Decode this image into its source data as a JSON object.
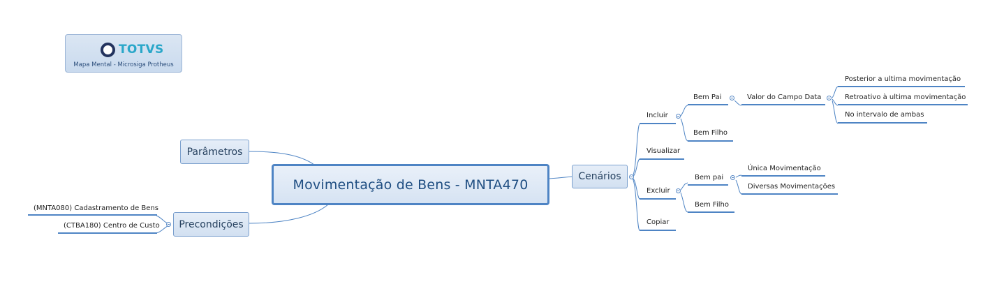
{
  "logo": {
    "brand": "TOTVS",
    "subtitle": "Mapa Mental - Microsiga Protheus"
  },
  "central": "Movimentação de Bens - MNTA470",
  "left_topics": {
    "parametros": "Parâmetros",
    "precondicoes": {
      "label": "Precondições",
      "children": [
        "(MNTA080) Cadastramento de Bens",
        "(CTBA180) Centro de Custo"
      ]
    }
  },
  "cenarios": {
    "label": "Cenários",
    "incluir": {
      "label": "Incluir",
      "bem_pai": {
        "label": "Bem Pai",
        "valor_campo_data": {
          "label": "Valor do Campo Data",
          "children": [
            "Posterior a ultima movimentação",
            "Retroativo à ultima movimentação",
            "No intervalo de ambas"
          ]
        }
      },
      "bem_filho": "Bem Filho"
    },
    "visualizar": "Visualizar",
    "excluir": {
      "label": "Excluir",
      "bem_pai": {
        "label": "Bem pai",
        "children": [
          "Única Movimentação",
          "Diversas Movimentações"
        ]
      },
      "bem_filho": "Bem Filho"
    },
    "copiar": "Copiar"
  },
  "colors": {
    "connector": "#4e84c4",
    "node_border": "#7a9fcd",
    "node_fill": "#dbe6f3",
    "central_border": "#4e84c4",
    "logo_accent": "#2aa7c9"
  }
}
